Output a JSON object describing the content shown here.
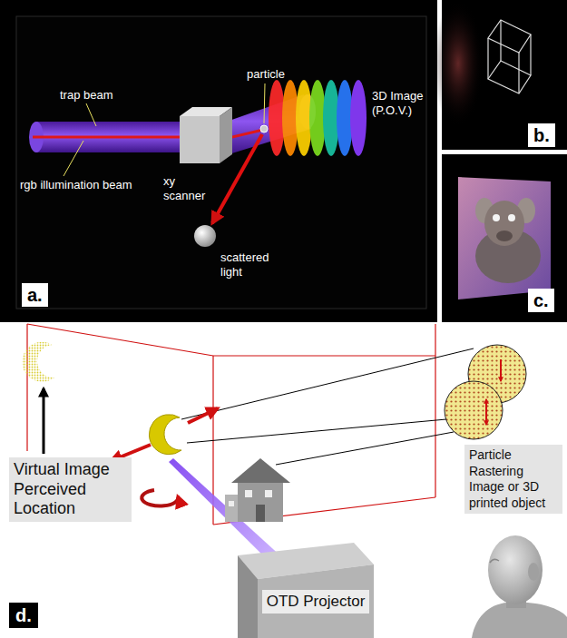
{
  "diagram": {
    "nodes": [
      {
        "text": [
          "Virtual Image Perceived Location"
        ]
      },
      {
        "text": [
          "Particle Rastering Image or 3D printed object"
        ]
      },
      {
        "text": [
          "OTD Projector"
        ]
      }
    ],
    "labels": [
      "particle",
      "trap beam",
      "3D Image (P.O.V.)",
      "rgb illumination beam",
      "xy scanner",
      "scattered light",
      "a.",
      "b.",
      "c.",
      "d."
    ]
  }
}
